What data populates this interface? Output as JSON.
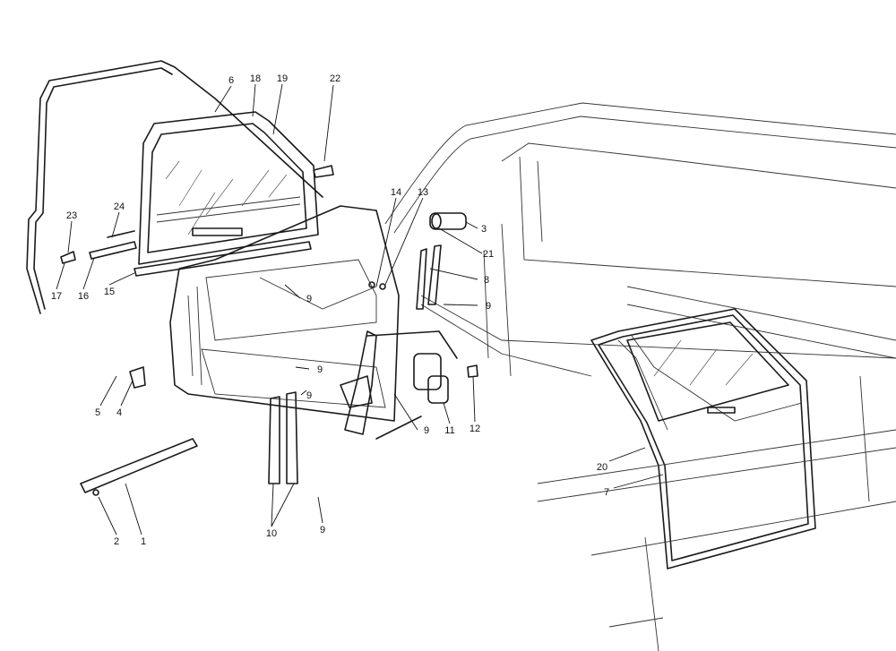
{
  "diagram": {
    "type": "exploded parts diagram - front door glass, seals and window regulator",
    "labels": [
      "6",
      "18",
      "19",
      "22",
      "23",
      "24",
      "17",
      "16",
      "15",
      "14",
      "13",
      "3",
      "21",
      "8",
      "9",
      "9",
      "9",
      "9",
      "5",
      "4",
      "9",
      "11",
      "12",
      "2",
      "1",
      "10",
      "9",
      "20",
      "7"
    ]
  }
}
